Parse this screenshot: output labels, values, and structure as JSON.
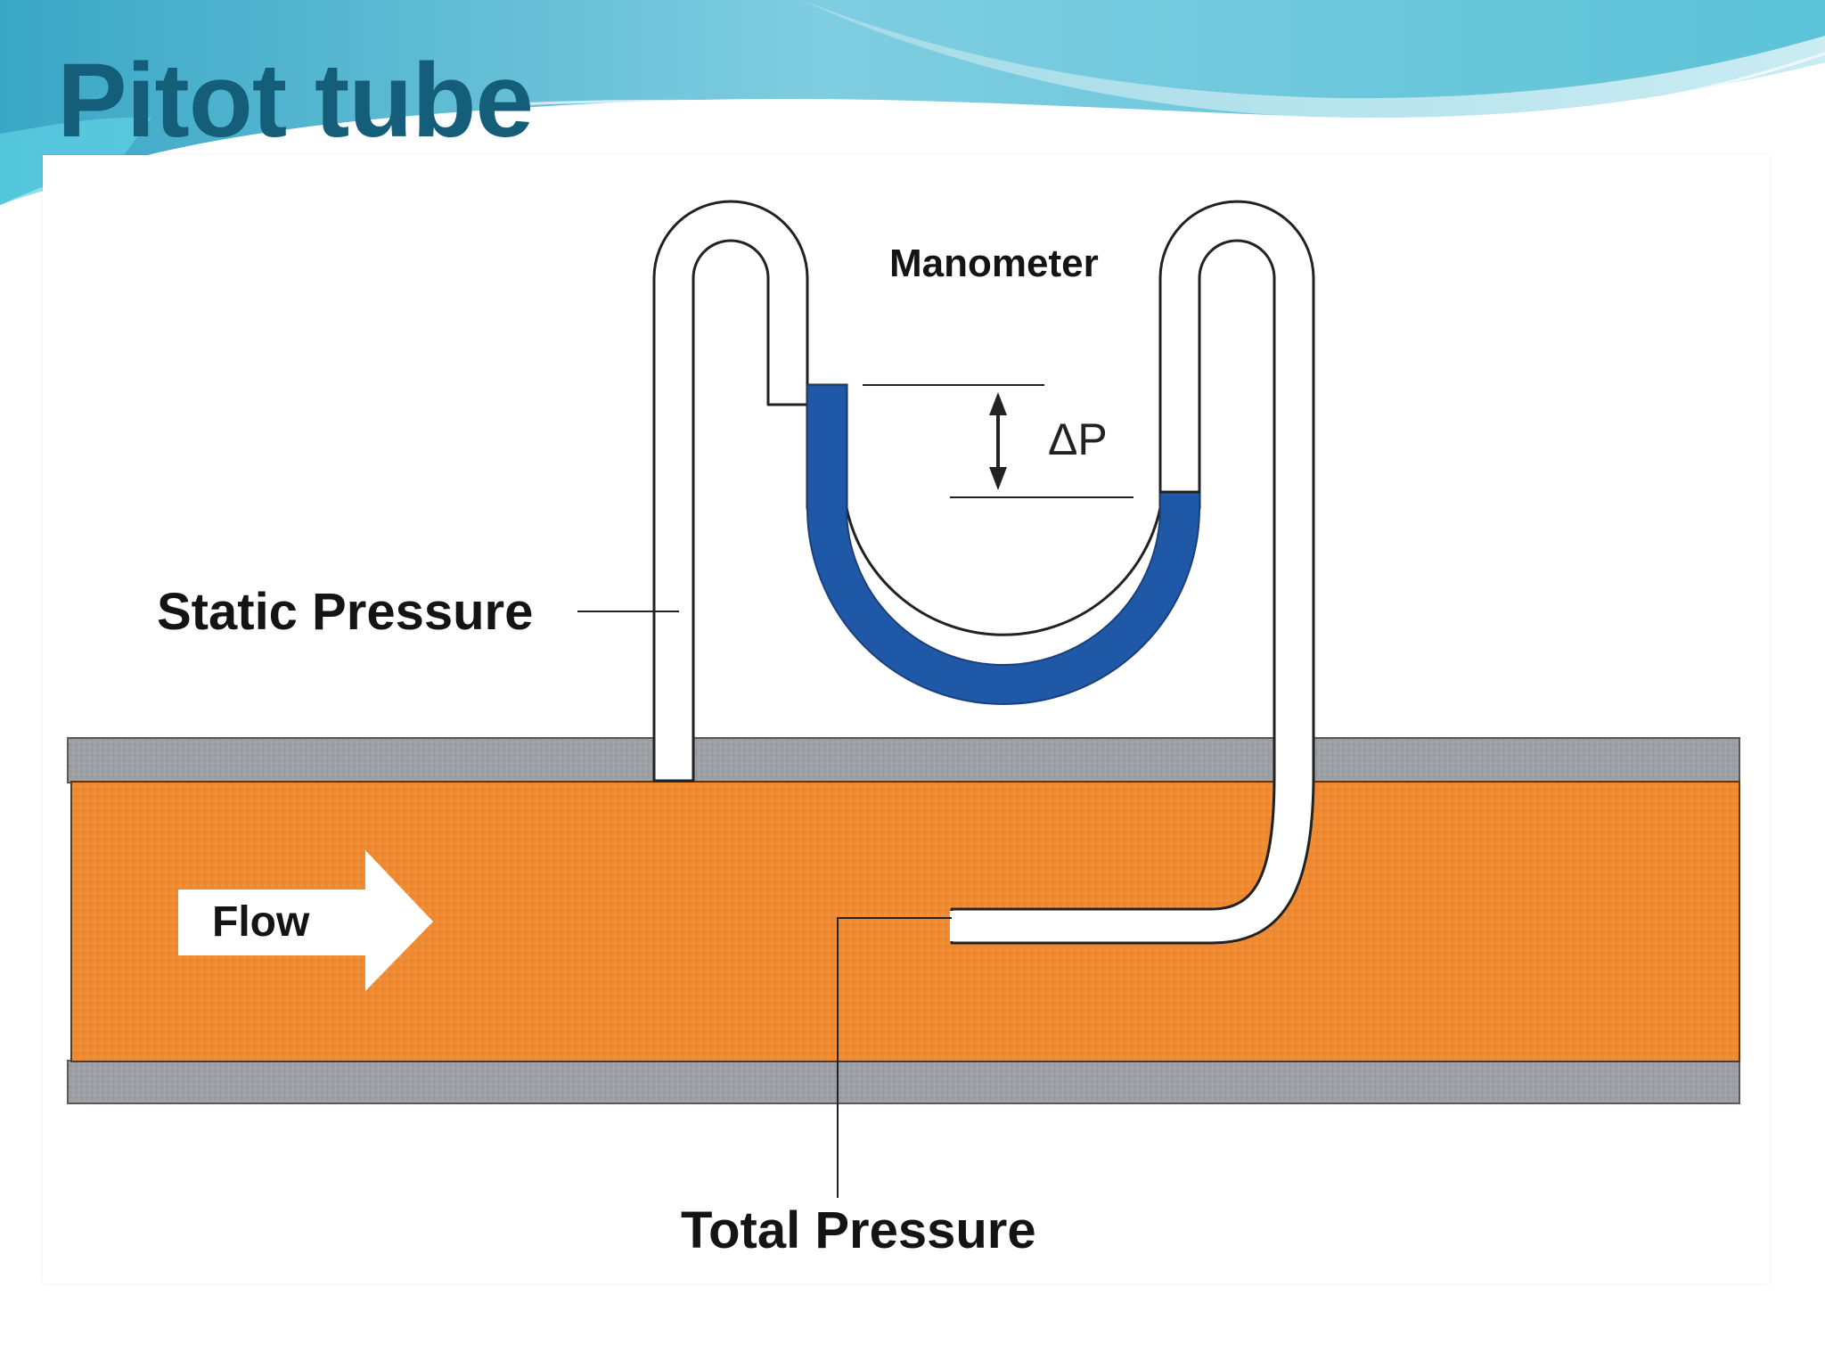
{
  "slide": {
    "title": "Pitot tube"
  },
  "diagram": {
    "labels": {
      "manometer": "Manometer",
      "delta_p": "ΔP",
      "static_pressure": "Static Pressure",
      "total_pressure": "Total Pressure",
      "flow": "Flow"
    }
  },
  "colors": {
    "title": "#155e79",
    "wave_light": "#a8dde8",
    "wave_mid": "#5cc3d8",
    "wave_dark": "#3aa7c6",
    "pipe_wall": "#9da0a4",
    "fluid": "#f08a32",
    "manometer_liquid": "#2058a8",
    "label_text": "#141414"
  }
}
